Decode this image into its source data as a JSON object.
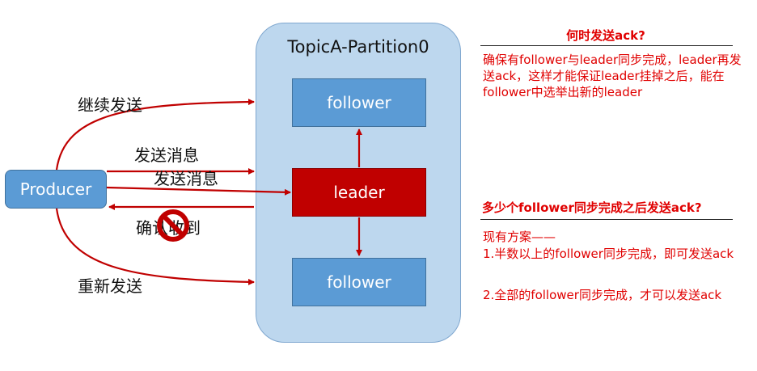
{
  "diagram": {
    "partition_title": "TopicA-Partition0",
    "follower_top": "follower",
    "leader": "leader",
    "follower_bottom": "follower",
    "producer": "Producer",
    "labels": {
      "continue_send": "继续发送",
      "send_msg_1": "发送消息",
      "send_msg_2": "发送消息",
      "confirm_received": "确认收到",
      "resend": "重新发送"
    },
    "colors": {
      "accent_red": "#c00000",
      "box_blue": "#5b9bd5",
      "partition_fill": "#bdd7ee",
      "text_red": "#e00000"
    }
  },
  "side": {
    "q1_title": "何时发送ack?",
    "q1_text": "确保有follower与leader同步完成，leader再发送ack，这样才能保证leader挂掉之后，能在follower中选举出新的leader",
    "q2_title": "多少个follower同步完成之后发送ack?",
    "q2_intro": "现有方案——",
    "q2_opt1": "1.半数以上的follower同步完成，即可发送ack",
    "q2_opt2": "2.全部的follower同步完成，才可以发送ack"
  }
}
